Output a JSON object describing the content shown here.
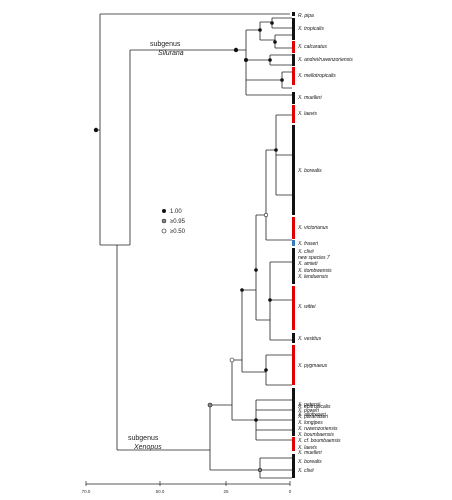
{
  "subgenera": [
    {
      "name": "subgenus",
      "taxon": "Silurana"
    },
    {
      "name": "subgenus",
      "taxon": "Xenopus"
    }
  ],
  "legend": [
    {
      "symbol": "filled-circle",
      "label": "1.00"
    },
    {
      "symbol": "gray-circle",
      "label": "≥0.95"
    },
    {
      "symbol": "open-circle",
      "label": "≥0.50"
    }
  ],
  "axis_ticks": [
    "70.0",
    "50.0",
    "25",
    "0"
  ],
  "taxa": [
    {
      "label": "R. pipa",
      "color": "#111111"
    },
    {
      "label": "X. tropicalis",
      "color": "#111111"
    },
    {
      "label": "X. calcaratus",
      "color": "#e00000"
    },
    {
      "label": "X. andrei/ruwenzoriensis",
      "color": "#111111"
    },
    {
      "label": "X. mellotropicalis",
      "color": "#e00000"
    },
    {
      "label": "X. muelleri",
      "color": "#111111"
    },
    {
      "label": "X. laevis",
      "color": "#e00000"
    },
    {
      "label": "X. borealis",
      "color": "#111111"
    },
    {
      "label": "X. victorianus",
      "color": "#111111"
    },
    {
      "label": "X. fraseri",
      "color": "#111111"
    },
    {
      "label": "X. clivii",
      "color": "#e00000"
    },
    {
      "label": "new species 7",
      "color": "#111111"
    },
    {
      "label": "X. amieti",
      "color": "#111111"
    },
    {
      "label": "X. itombwensis",
      "color": "#111111"
    },
    {
      "label": "X. lenduensis",
      "color": "#111111"
    },
    {
      "label": "X. wittei",
      "color": "#111111"
    },
    {
      "label": "X. vestitus",
      "color": "#e00000"
    },
    {
      "label": "X. pygmaeus",
      "color": "#111111"
    },
    {
      "label": "X. epitropicalis",
      "color": "#111111"
    },
    {
      "label": "X. allofraseri",
      "color": "#e00000"
    },
    {
      "label": "X. petersii",
      "color": "#111111"
    },
    {
      "label": "X. poweri",
      "color": "#111111"
    },
    {
      "label": "X. parafraseri",
      "color": "#111111"
    },
    {
      "label": "X. longipes",
      "color": "#111111"
    },
    {
      "label": "X. ruwenzoriensis",
      "color": "#111111"
    },
    {
      "label": "X. boumbaensis",
      "color": "#111111"
    },
    {
      "label": "X. cf. boumbaensis",
      "color": "#111111"
    },
    {
      "label": "X. laevis",
      "color": "#111111"
    },
    {
      "label": "X. muelleri",
      "color": "#e00000"
    },
    {
      "label": "X. borealis",
      "color": "#111111"
    },
    {
      "label": "X. clivii",
      "color": "#111111"
    }
  ]
}
